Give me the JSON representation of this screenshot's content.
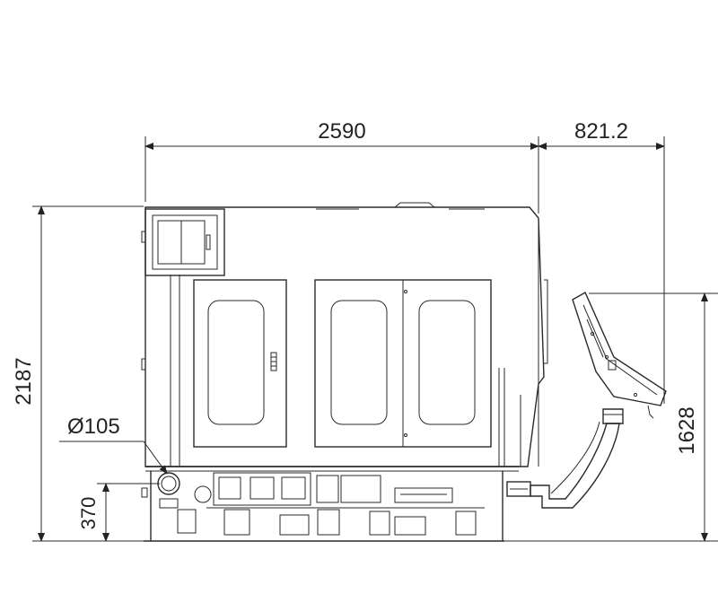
{
  "dimensions": {
    "overall_width": "2590",
    "panel_reach": "821.2",
    "overall_height": "2187",
    "pipe_diameter": "Ø105",
    "base_height": "370",
    "panel_height": "1628"
  }
}
